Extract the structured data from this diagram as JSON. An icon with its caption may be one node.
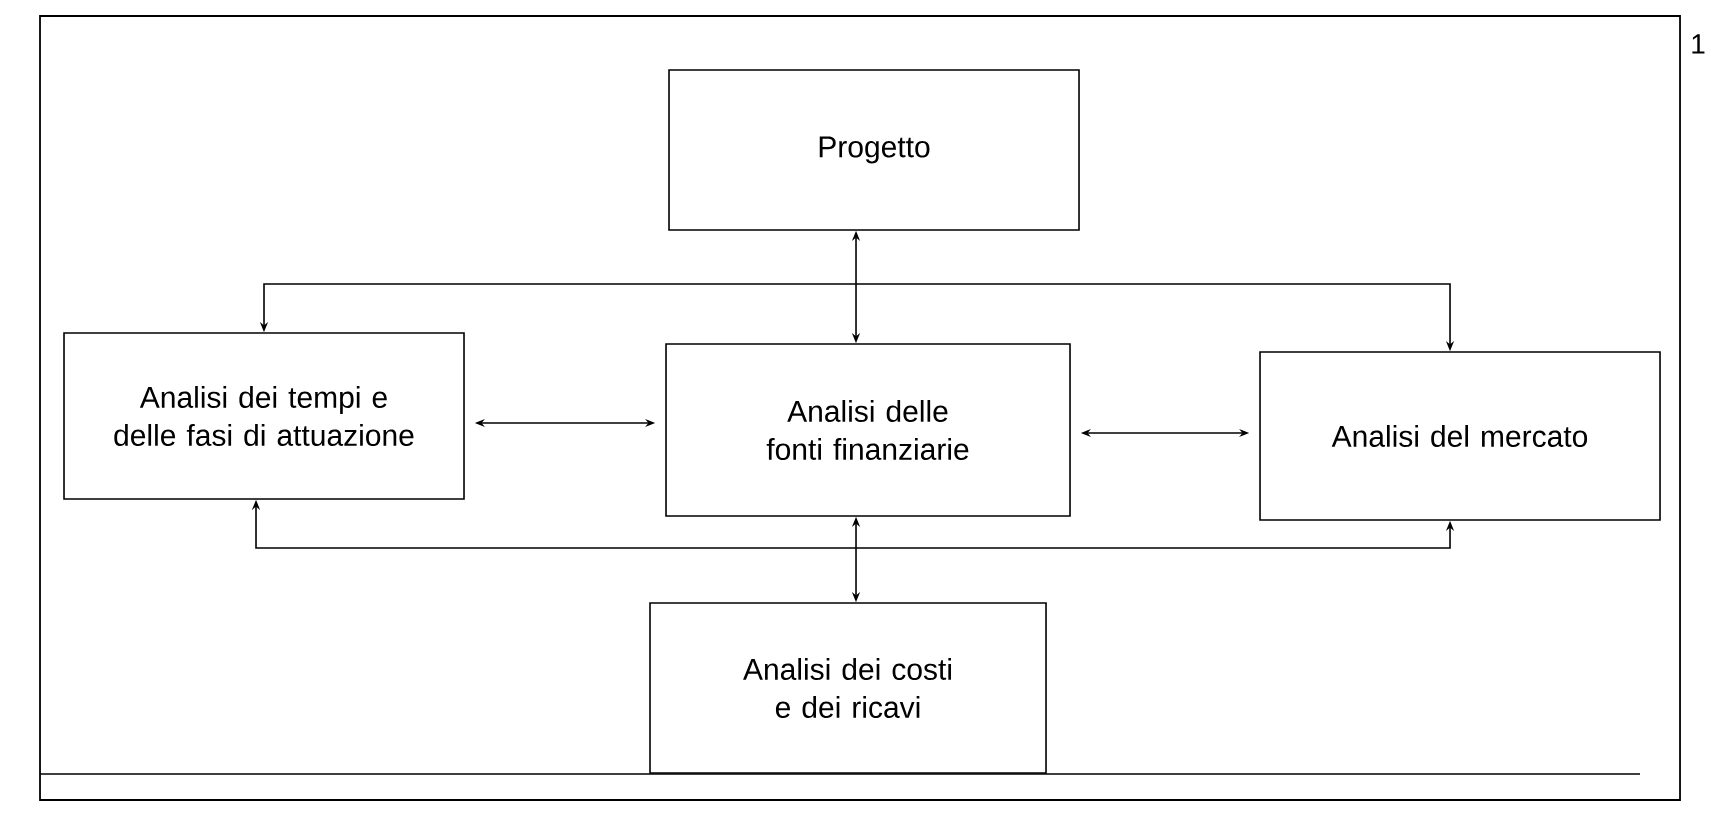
{
  "diagram": {
    "nodes": [
      {
        "text": [
          "Progetto"
        ]
      },
      {
        "text": [
          "Analisi dei tempi e delle fasi di attuazione"
        ]
      },
      {
        "text": [
          "Analisi delle fonti finanziarie"
        ]
      },
      {
        "text": [
          "Analisi del mercato"
        ]
      },
      {
        "text": [
          "Analisi dei costi e dei ricavi"
        ]
      }
    ],
    "edges": [
      {
        "from": 0,
        "to": 2,
        "arrow": "both"
      },
      {
        "from": 1,
        "to": 3,
        "arrow": "both"
      },
      {
        "from": 1,
        "to": 2,
        "arrow": "both"
      },
      {
        "from": 2,
        "to": 3,
        "arrow": "both"
      },
      {
        "from": 2,
        "to": 4,
        "arrow": "both"
      },
      {
        "from": 1,
        "to": 3,
        "arrow": "both"
      }
    ],
    "labels": [
      "1"
    ]
  }
}
